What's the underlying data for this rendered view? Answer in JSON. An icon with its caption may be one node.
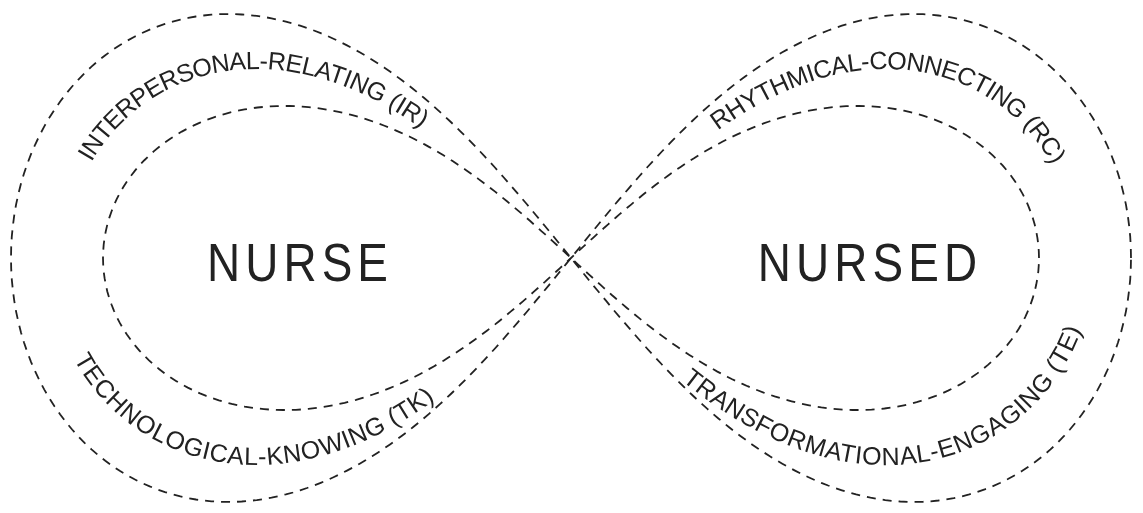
{
  "diagram": {
    "labels": [
      "INTERPERSONAL-RELATING (IR)",
      "RHYTHMICAL-CONNECTING (RC)",
      "NURSE",
      "NURSED",
      "TECHNOLOGICAL-KNOWING (TK)",
      "TRANSFORMATIONAL-ENGAGING (TE)"
    ]
  }
}
